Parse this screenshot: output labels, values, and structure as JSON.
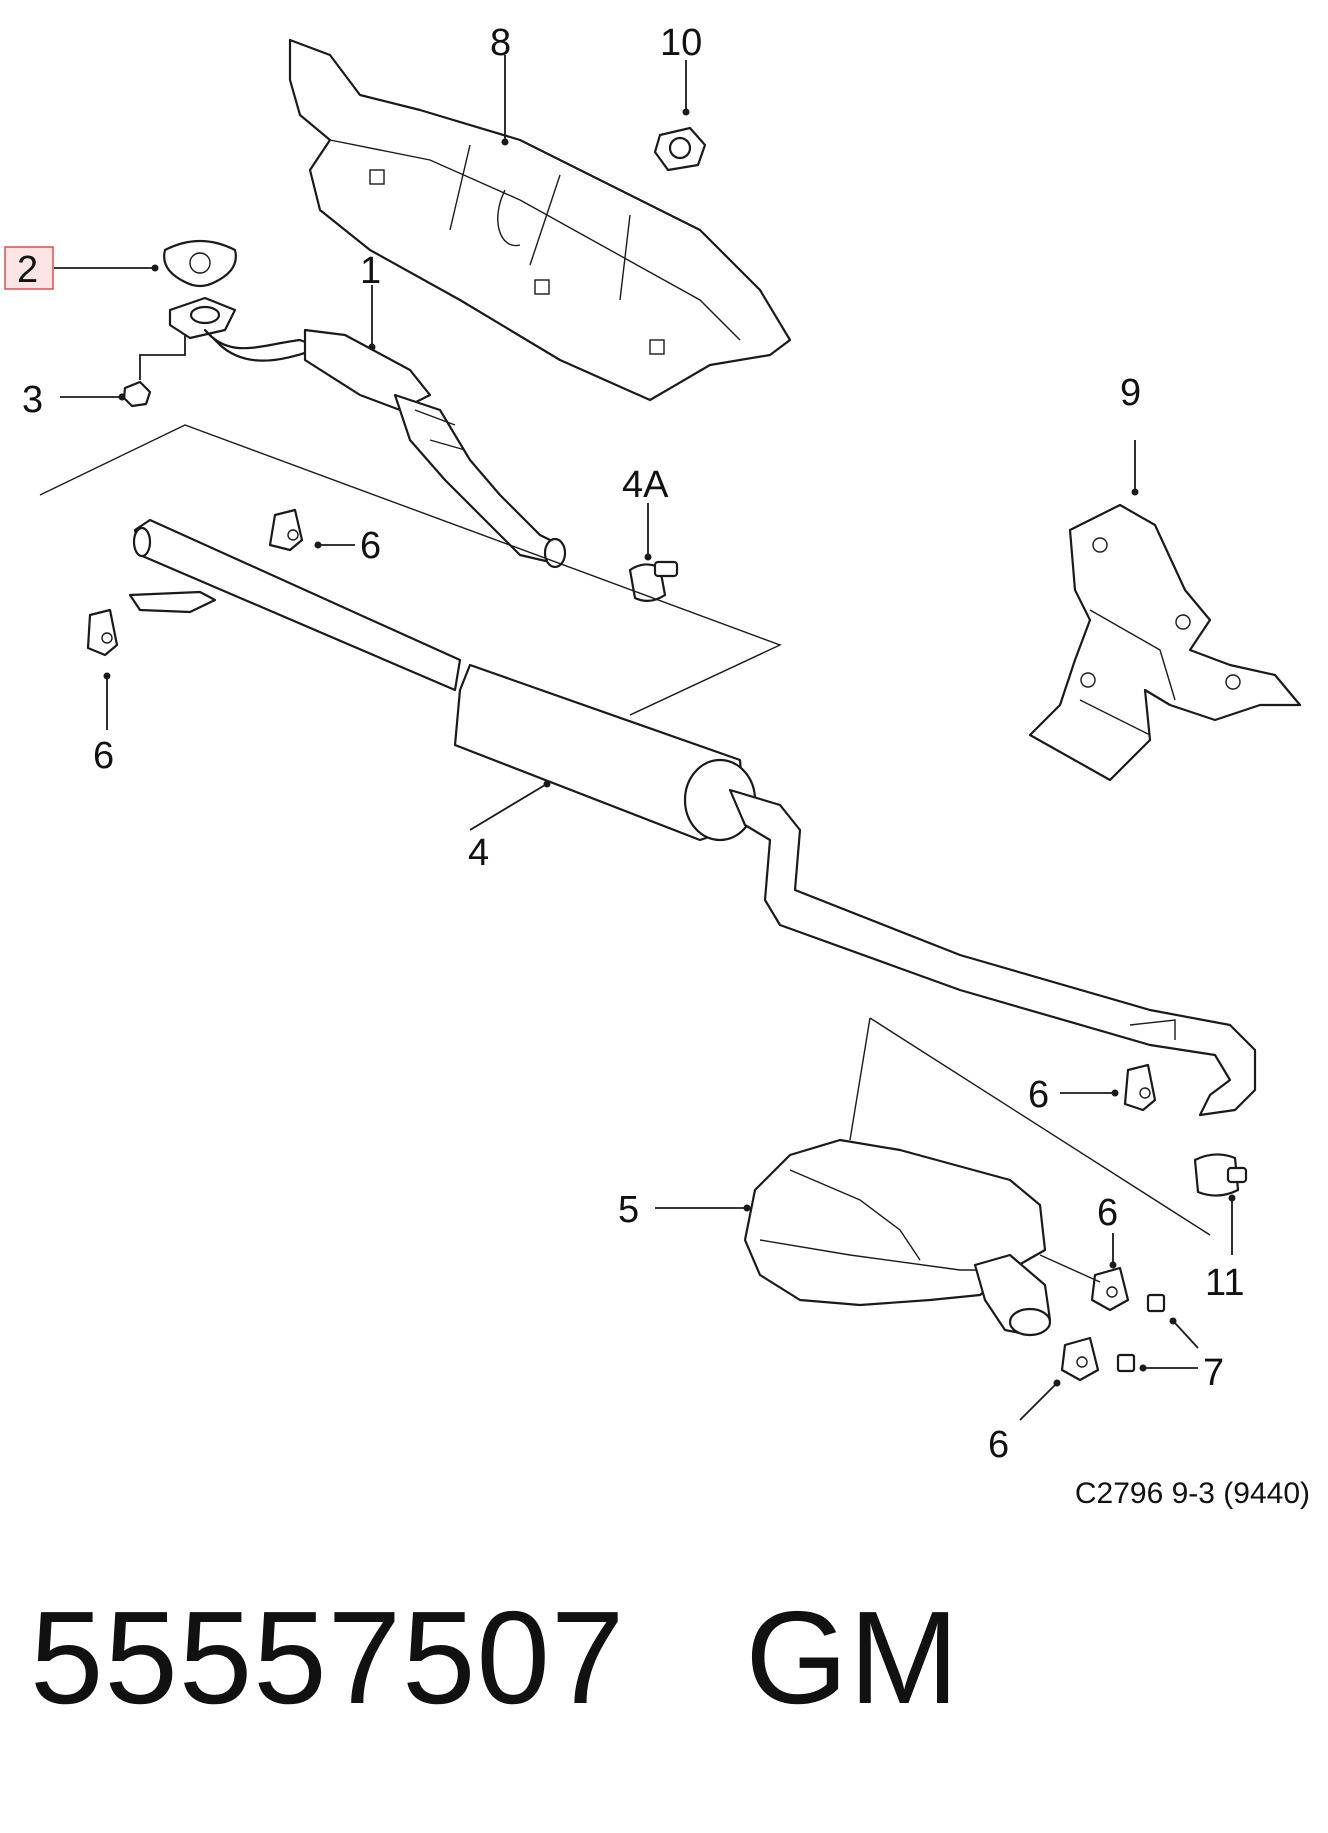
{
  "callouts": [
    {
      "id": "1",
      "label": "1"
    },
    {
      "id": "2",
      "label": "2",
      "highlighted": true
    },
    {
      "id": "3",
      "label": "3"
    },
    {
      "id": "4",
      "label": "4"
    },
    {
      "id": "4a",
      "label": "4A"
    },
    {
      "id": "5",
      "label": "5"
    },
    {
      "id": "6",
      "label": "6"
    },
    {
      "id": "7",
      "label": "7"
    },
    {
      "id": "8",
      "label": "8"
    },
    {
      "id": "9",
      "label": "9"
    },
    {
      "id": "10",
      "label": "10"
    },
    {
      "id": "11",
      "label": "11"
    }
  ],
  "diagram_ref": "C2796 9-3 (9440)",
  "part_number": "55557507",
  "brand": "GM",
  "colors": {
    "highlight_fill": "#fde4e4",
    "highlight_stroke": "#d9534f",
    "line": "#1a1a1a",
    "text": "#111111"
  }
}
